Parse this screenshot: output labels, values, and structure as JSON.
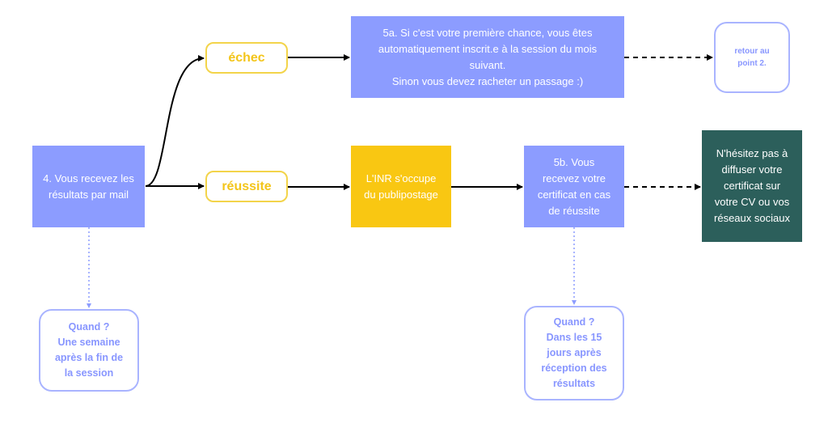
{
  "colors": {
    "blue_box": "#8c9cff",
    "yellow_box": "#f9c712",
    "green_box": "#2c5f5b",
    "pill_border": "#f3d44a",
    "note_border": "#a9b4ff",
    "arrow": "#000000"
  },
  "nodes": {
    "step4": "4. Vous recevez les\nrésultats par mail",
    "echec": "échec",
    "reussite": "réussite",
    "step5a": "5a. Si c'est votre première chance, vous êtes\nautomatiquement inscrit.e à la session du mois\nsuivant.\nSinon vous devez racheter un passage :)",
    "retour": "retour au\npoint 2.",
    "inr": "L'INR s'occupe\ndu publipostage",
    "step5b": "5b. Vous\nrecevez votre\ncertificat en cas\nde réussite",
    "diffuser": "N'hésitez pas à\ndiffuser votre\ncertificat sur\nvotre CV ou vos\nréseaux sociaux",
    "quand1": "Quand ?\nUne semaine\naprès la fin de\nla session",
    "quand2": "Quand ?\nDans les 15\njours après\nréception des\nrésultats"
  }
}
